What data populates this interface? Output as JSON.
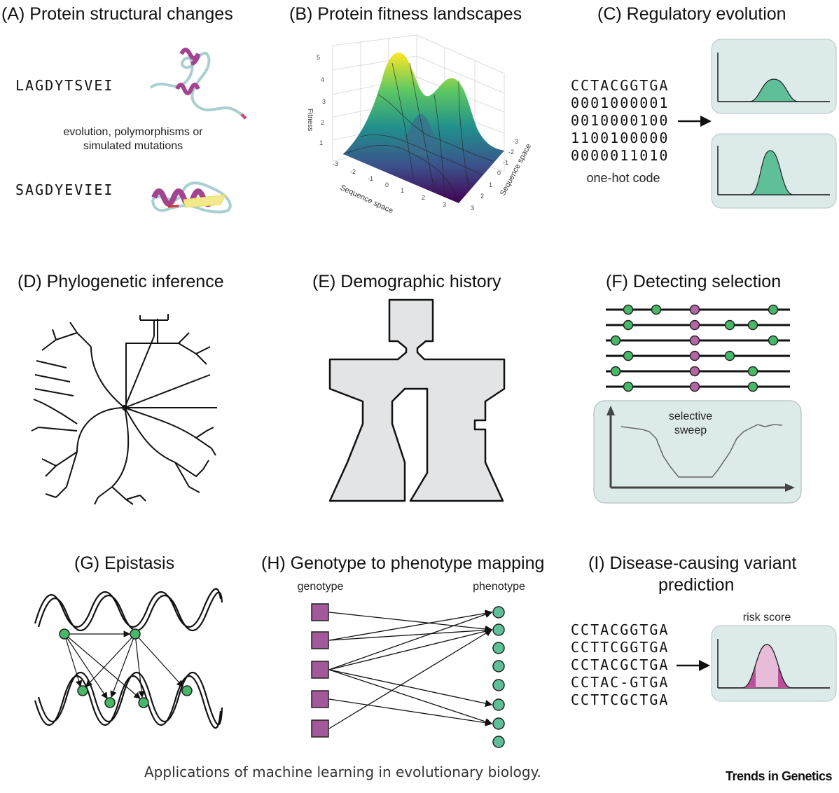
{
  "panels": {
    "a": {
      "title": "(A) Protein structural changes",
      "seq1": "LAGDYTSVEI",
      "seq2": "SAGDYEVIEI",
      "note_line1": "evolution, polymorphisms or",
      "note_line2": "simulated mutations"
    },
    "b": {
      "title": "(B) Protein fitness landscapes",
      "z_label": "Fitness",
      "x_label": "Sequence space",
      "y_label": "Sequence space",
      "z_ticks": [
        "1",
        "2",
        "3",
        "4",
        "5"
      ],
      "x_ticks": [
        "-3",
        "-2",
        "-1",
        "0",
        "1",
        "2",
        "3"
      ],
      "y_ticks": [
        "-3",
        "-2",
        "-1",
        "0",
        "1",
        "2",
        "3"
      ]
    },
    "c": {
      "title": "(C) Regulatory evolution",
      "seq": "CCTACGGTGA",
      "codes": [
        "0001000001",
        "0010000100",
        "1100100000",
        "0000011010"
      ],
      "code_label": "one-hot code"
    },
    "d": {
      "title": "(D) Phylogenetic inference"
    },
    "e": {
      "title": "(E) Demographic history"
    },
    "f": {
      "title": "(F) Detecting selection",
      "sweep_line1": "selective",
      "sweep_line2": "sweep"
    },
    "g": {
      "title": "(G) Epistasis"
    },
    "h": {
      "title": "(H) Genotype to phenotype mapping",
      "genotype_label": "genotype",
      "phenotype_label": "phenotype"
    },
    "i": {
      "title_line1": "(I) Disease-causing variant",
      "title_line2": "prediction",
      "risk_label": "risk score",
      "seqs": [
        "CCTACGGTGA",
        "CCTTCGGTGA",
        "CCTACGCTGA",
        "CCTAC-GTGA",
        "CCTTCGCTGA"
      ]
    }
  },
  "caption": "Applications of machine learning in evolutionary biology.",
  "brand": "Trends in Genetics",
  "colors": {
    "panel_bg": "#dcebea",
    "teal_fill": "#5fbf99",
    "magenta": "#a3448f",
    "node_green": "#46b868",
    "node_purple": "#b565a7",
    "grey_fill": "#e3e4e6",
    "risk_pink": "#e7bcd9",
    "risk_dark": "#b8509a"
  }
}
